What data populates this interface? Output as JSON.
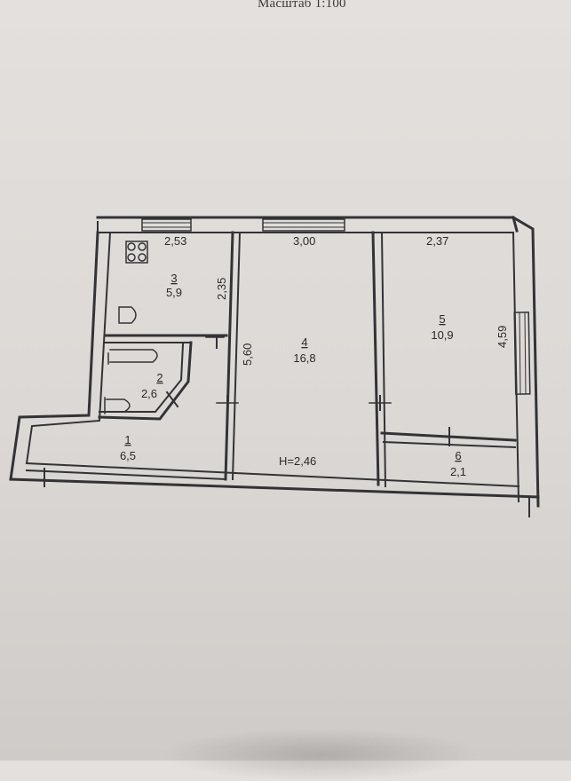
{
  "header": {
    "scale": "Масштаб 1:100"
  },
  "dimensions": {
    "kitchen_width": "2,53",
    "living_width": "3,00",
    "bedroom_width": "2,37",
    "kitchen_depth": "2,35",
    "living_depth": "5,60",
    "bedroom_depth": "4,59"
  },
  "rooms": [
    {
      "number": "1",
      "area": "6,5"
    },
    {
      "number": "2",
      "area": "2,6"
    },
    {
      "number": "3",
      "area": "5,9"
    },
    {
      "number": "4",
      "area": "16,8"
    },
    {
      "number": "5",
      "area": "10,9"
    },
    {
      "number": "6",
      "area": "2,1"
    }
  ],
  "ceiling_height": "H=2,46"
}
